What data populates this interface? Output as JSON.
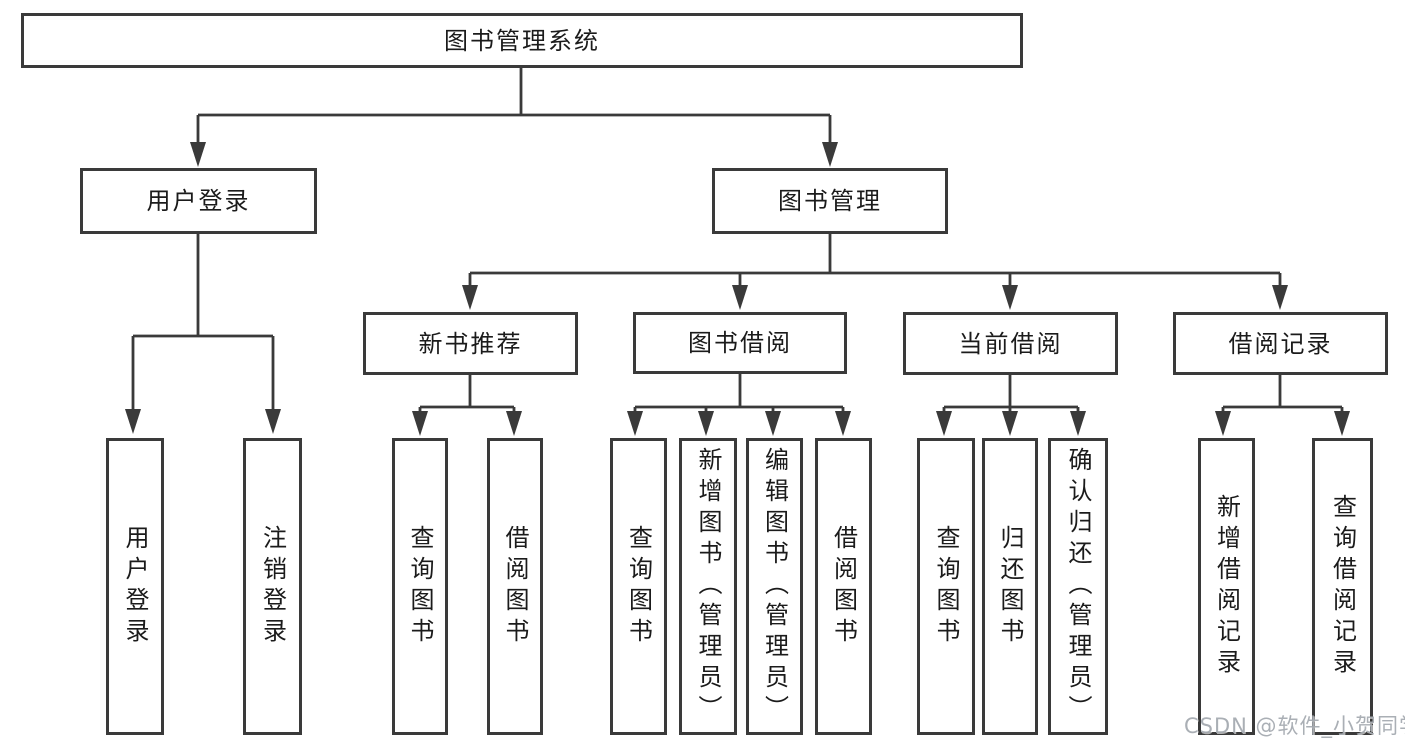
{
  "diagram": {
    "title": "图书管理系统",
    "colors": {
      "line": "#3a3a3a",
      "box_border": "#3a3a3a",
      "text": "#1b1b1b",
      "background": "#ffffff",
      "watermark": "#a5abb1"
    },
    "nodes": {
      "root": {
        "label": "图书管理系统"
      },
      "user_login": {
        "label": "用户登录"
      },
      "book_mgmt": {
        "label": "图书管理"
      },
      "new_book_rec": {
        "label": "新书推荐"
      },
      "book_borrow": {
        "label": "图书借阅"
      },
      "current_borrow": {
        "label": "当前借阅"
      },
      "borrow_records": {
        "label": "借阅记录"
      },
      "leaf_user_login": {
        "label": "用户登录"
      },
      "leaf_logout": {
        "label": "注销登录"
      },
      "leaf_query_book_rec": {
        "label": "查询图书"
      },
      "leaf_borrow_book_rec": {
        "label": "借阅图书"
      },
      "leaf_query_book_borrow": {
        "label": "查询图书"
      },
      "leaf_add_book": {
        "label": "新增图书（管理员）"
      },
      "leaf_edit_book": {
        "label": "编辑图书（管理员）"
      },
      "leaf_borrow_book_borrow": {
        "label": "借阅图书"
      },
      "leaf_query_book_current": {
        "label": "查询图书"
      },
      "leaf_return_book": {
        "label": "归还图书"
      },
      "leaf_confirm_return": {
        "label": "确认归还（管理员）"
      },
      "leaf_add_borrow_record": {
        "label": "新增借阅记录"
      },
      "leaf_query_borrow_record": {
        "label": "查询借阅记录"
      }
    },
    "hierarchy": {
      "图书管理系统": {
        "用户登录": [
          "用户登录",
          "注销登录"
        ],
        "图书管理": {
          "新书推荐": [
            "查询图书",
            "借阅图书"
          ],
          "图书借阅": [
            "查询图书",
            "新增图书（管理员）",
            "编辑图书（管理员）",
            "借阅图书"
          ],
          "当前借阅": [
            "查询图书",
            "归还图书",
            "确认归还（管理员）"
          ],
          "借阅记录": [
            "新增借阅记录",
            "查询借阅记录"
          ]
        }
      }
    },
    "watermark": {
      "text": "CSDN @软件_小贺同学"
    }
  }
}
